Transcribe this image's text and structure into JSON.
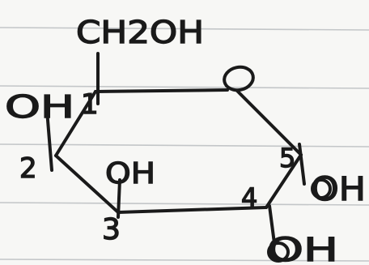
{
  "labels": {
    "ch2oh": "CH2OH",
    "ring_oxygen": "O",
    "c1": "1",
    "c1_oh": "OH",
    "c2": "2",
    "c3": "3",
    "c3_oh": "OH",
    "c4": "4",
    "c4_oh": "OH",
    "c5": "5",
    "c5_oh": "OH"
  },
  "colors": {
    "ink": "#1a1a1a",
    "paper": "#f7f7f5",
    "ruled_line": "#9a9fa4"
  }
}
